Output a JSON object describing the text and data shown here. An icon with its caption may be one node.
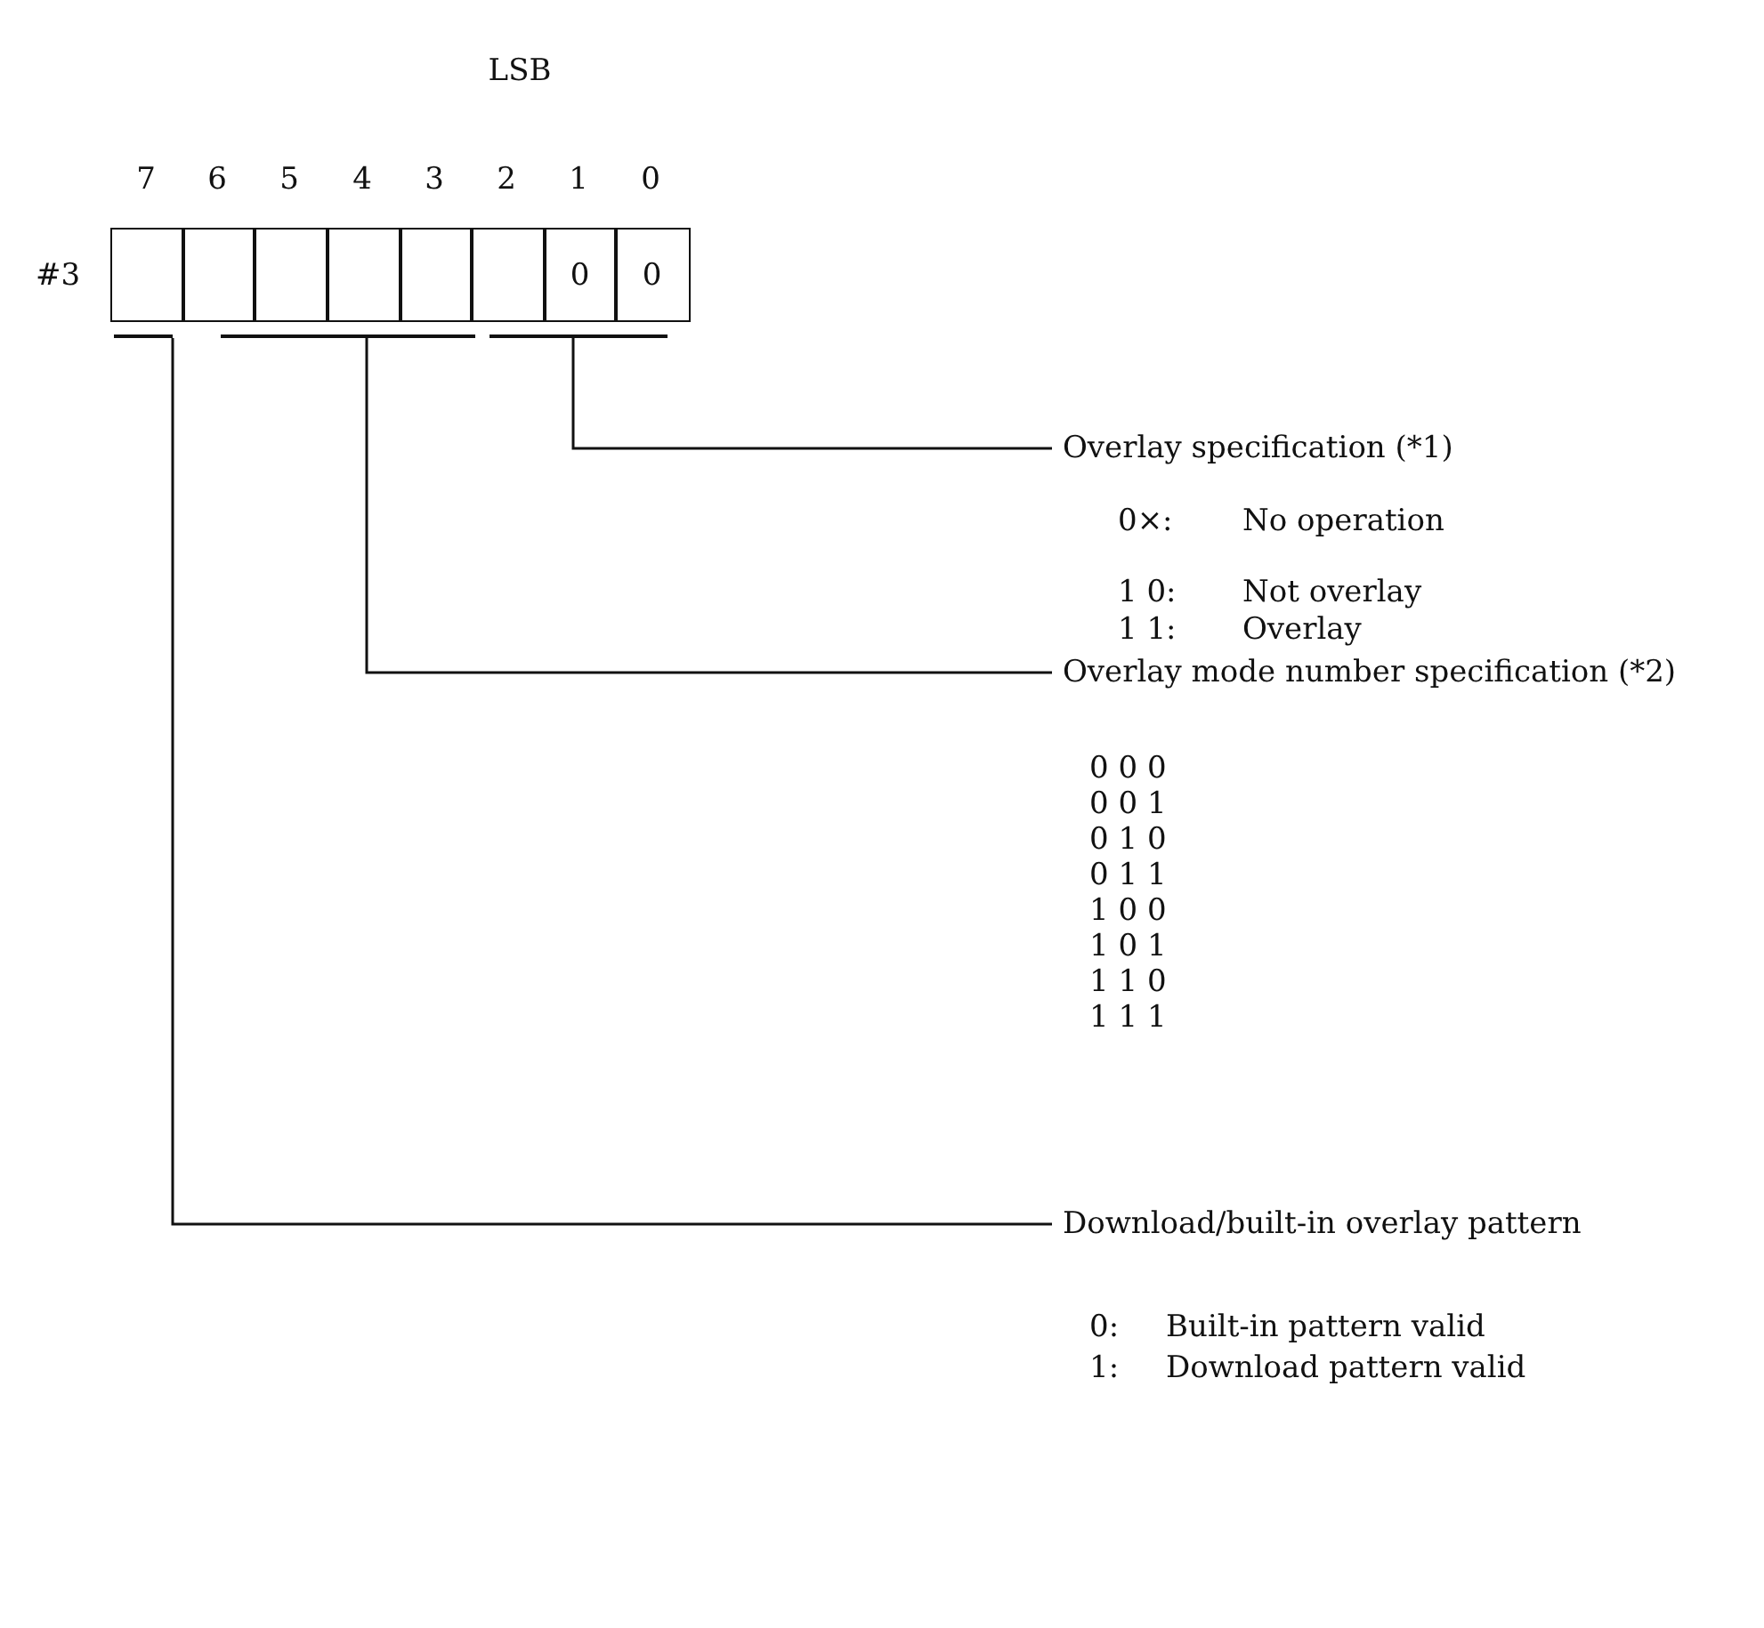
{
  "diagram": {
    "nodes": [
      {
        "text": [],
        "shape": "box"
      },
      {
        "text": [],
        "shape": "box"
      },
      {
        "text": [],
        "shape": "box"
      },
      {
        "text": [],
        "shape": "box"
      },
      {
        "text": [],
        "shape": "box"
      },
      {
        "text": [],
        "shape": "box"
      },
      {
        "text": [
          "0"
        ]
      },
      {
        "text": [
          "0"
        ]
      },
      {
        "text": [],
        "shape": "bar"
      },
      {
        "text": [],
        "shape": "bar"
      },
      {
        "text": [],
        "shape": "bar"
      },
      {
        "text": [
          "Overlay specification (*1)"
        ]
      },
      {
        "text": [
          "Overlay mode number specification (*2)"
        ]
      },
      {
        "text": [
          "Download/built-in overlay pattern"
        ]
      }
    ],
    "edges": [
      {
        "from": 10,
        "to": 11,
        "arrow": "none"
      },
      {
        "from": 9,
        "to": 12,
        "arrow": "none"
      },
      {
        "from": 8,
        "to": 13,
        "arrow": "none"
      }
    ],
    "labels": [
      "LSB",
      "7",
      "6",
      "5",
      "4",
      "3",
      "2",
      "1",
      "0",
      "#3",
      "0×:",
      "No operation",
      "1 0:",
      "Not overlay",
      "1 1:",
      "Overlay",
      "0 0 0",
      "0 0 1",
      "0 1 0",
      "0 1 1",
      "1 0 0",
      "1 0 1",
      "1 1 0",
      "1 1 1",
      "0:",
      "Built-in pattern valid",
      "1:",
      "Download pattern valid"
    ]
  }
}
